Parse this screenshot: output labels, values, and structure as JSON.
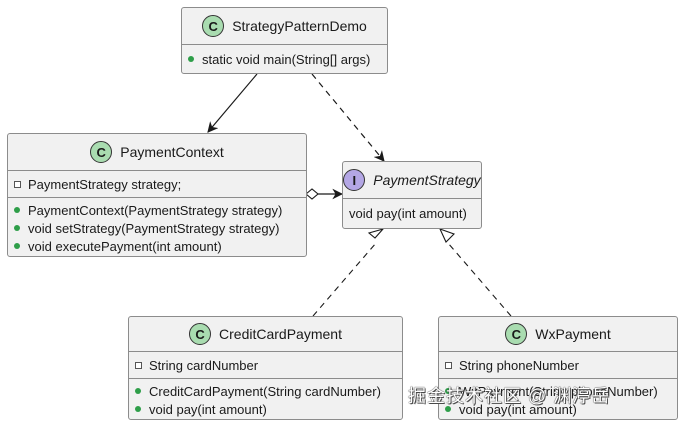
{
  "classes": {
    "demo": {
      "stereotype": "C",
      "name": "StrategyPatternDemo",
      "methods": [
        "static void main(String[] args)"
      ]
    },
    "context": {
      "stereotype": "C",
      "name": "PaymentContext",
      "fields": [
        "PaymentStrategy strategy;"
      ],
      "methods": [
        "PaymentContext(PaymentStrategy strategy)",
        "void setStrategy(PaymentStrategy strategy)",
        "void executePayment(int amount)"
      ]
    },
    "strategy": {
      "stereotype": "I",
      "name": "PaymentStrategy",
      "methods": [
        "void pay(int amount)"
      ]
    },
    "credit": {
      "stereotype": "C",
      "name": "CreditCardPayment",
      "fields": [
        "String cardNumber"
      ],
      "methods": [
        "CreditCardPayment(String cardNumber)",
        "void pay(int amount)"
      ]
    },
    "wx": {
      "stereotype": "C",
      "name": "WxPayment",
      "fields": [
        "String phoneNumber"
      ],
      "methods": [
        "WxPayment(String phoneNumber)",
        "void pay(int amount)"
      ]
    }
  },
  "relations": [
    {
      "from": "StrategyPatternDemo",
      "to": "PaymentContext",
      "kind": "association"
    },
    {
      "from": "StrategyPatternDemo",
      "to": "PaymentStrategy",
      "kind": "dependency"
    },
    {
      "from": "PaymentContext",
      "to": "PaymentStrategy",
      "kind": "aggregation"
    },
    {
      "from": "CreditCardPayment",
      "to": "PaymentStrategy",
      "kind": "realization"
    },
    {
      "from": "WxPayment",
      "to": "PaymentStrategy",
      "kind": "realization"
    }
  ],
  "watermark": "掘金技术社区 @ 渊渟岳",
  "colors": {
    "class_fill": "#f1f1f1",
    "class_badge": "#a9dcb0",
    "interface_badge": "#b4a7e5",
    "public_marker": "#2e9e49"
  }
}
